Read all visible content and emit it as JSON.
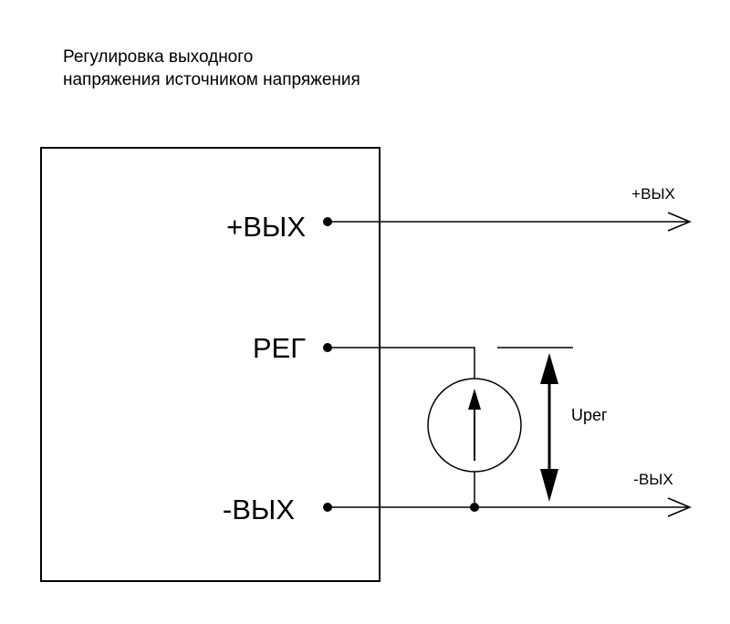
{
  "title": {
    "line1": "Регулировка выходного",
    "line2": "напряжения источником напряжения"
  },
  "pins": {
    "out_plus": "+ВЫХ",
    "reg": "РЕГ",
    "out_minus": "-ВЫХ"
  },
  "outputs": {
    "plus": "+ВЫХ",
    "minus": "-ВЫХ"
  },
  "voltage_label": "Uрег",
  "colors": {
    "line": "#000000",
    "background": "#ffffff"
  }
}
